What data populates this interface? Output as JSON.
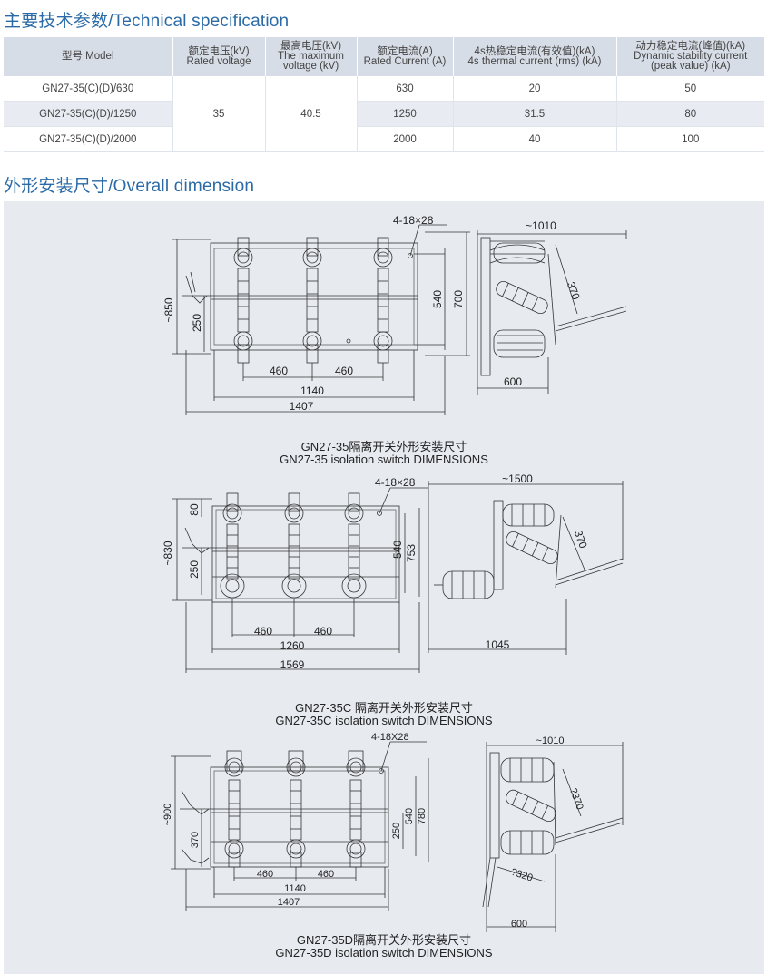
{
  "headings": {
    "spec": "主要技术参数/Technical specification",
    "dimension": "外形安装尺寸/Overall dimension"
  },
  "table": {
    "headers": [
      [
        "型号 Model"
      ],
      [
        "额定电压(kV)",
        "Rated voltage"
      ],
      [
        "最高电压(kV)",
        "The maximum",
        "voltage (kV)"
      ],
      [
        "额定电流(A)",
        "Rated Current (A)"
      ],
      [
        "4s热稳定电流(有效值)(kA)",
        "4s thermal current (rms) (kA)"
      ],
      [
        "动力稳定电流(峰值)(kA)",
        "Dynamic stability current",
        "(peak value) (kA)"
      ]
    ],
    "rated_voltage": "35",
    "max_voltage": "40.5",
    "rows": [
      {
        "model": "GN27-35(C)(D)/630",
        "current": "630",
        "thermal": "20",
        "dynamic": "50"
      },
      {
        "model": "GN27-35(C)(D)/1250",
        "current": "1250",
        "thermal": "31.5",
        "dynamic": "80"
      },
      {
        "model": "GN27-35(C)(D)/2000",
        "current": "2000",
        "thermal": "40",
        "dynamic": "100"
      }
    ]
  },
  "drawings": [
    {
      "caption_cn": "GN27-35隔离开关外形安装尺寸",
      "caption_en": "GN27-35 isolation switch DIMENSIONS",
      "front": {
        "hole": "4-18×28",
        "height_total": "~850",
        "left_dim": "250",
        "right_inner": "540",
        "right_outer": "700",
        "pitch1": "460",
        "pitch2": "460",
        "inner_width": "1140",
        "total_width": "1407"
      },
      "side": {
        "width": "~1010",
        "diag": "370",
        "bottom": "600"
      }
    },
    {
      "caption_cn": "GN27-35C 隔离开关外形安装尺寸",
      "caption_en": "GN27-35C isolation switch DIMENSIONS",
      "front": {
        "hole": "4-18×28",
        "height_total": "~830",
        "top_dim": "80",
        "left_dim": "250",
        "right_inner": "540",
        "right_outer": "753",
        "pitch1": "460",
        "pitch2": "460",
        "inner_width": "1260",
        "total_width": "1569"
      },
      "side": {
        "width": "~1500",
        "diag": "370",
        "bottom": "1045"
      }
    },
    {
      "caption_cn": "GN27-35D隔离开关外形安装尺寸",
      "caption_en": "GN27-35D isolation switch DIMENSIONS",
      "front": {
        "hole": "4-18X28",
        "height_total": "~900",
        "left_dim": "370",
        "mid_dim": "250",
        "right_inner": "540",
        "right_outer": "780",
        "pitch1": "460",
        "pitch2": "460",
        "inner_width": "1140",
        "total_width": "1407"
      },
      "side": {
        "width": "~1010",
        "diag": "?370",
        "diag2": "?320",
        "bottom": "600"
      }
    }
  ]
}
